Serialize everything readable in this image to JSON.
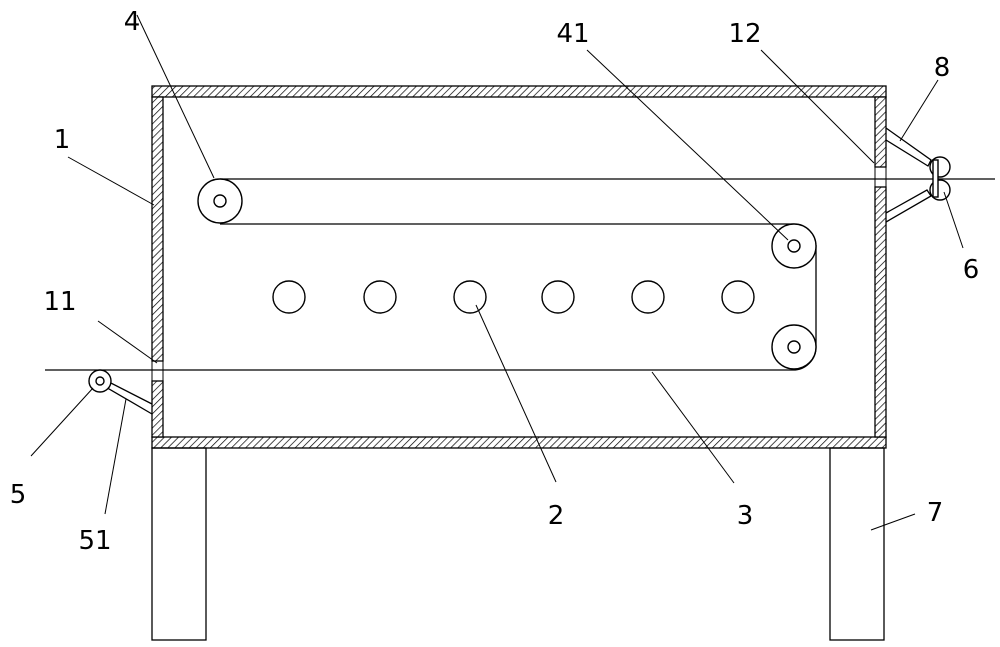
{
  "labels": {
    "l1": "1",
    "l2": "2",
    "l3": "3",
    "l4": "4",
    "l41": "41",
    "l5": "5",
    "l51": "51",
    "l6": "6",
    "l7": "7",
    "l8": "8",
    "l11": "11",
    "l12": "12"
  }
}
